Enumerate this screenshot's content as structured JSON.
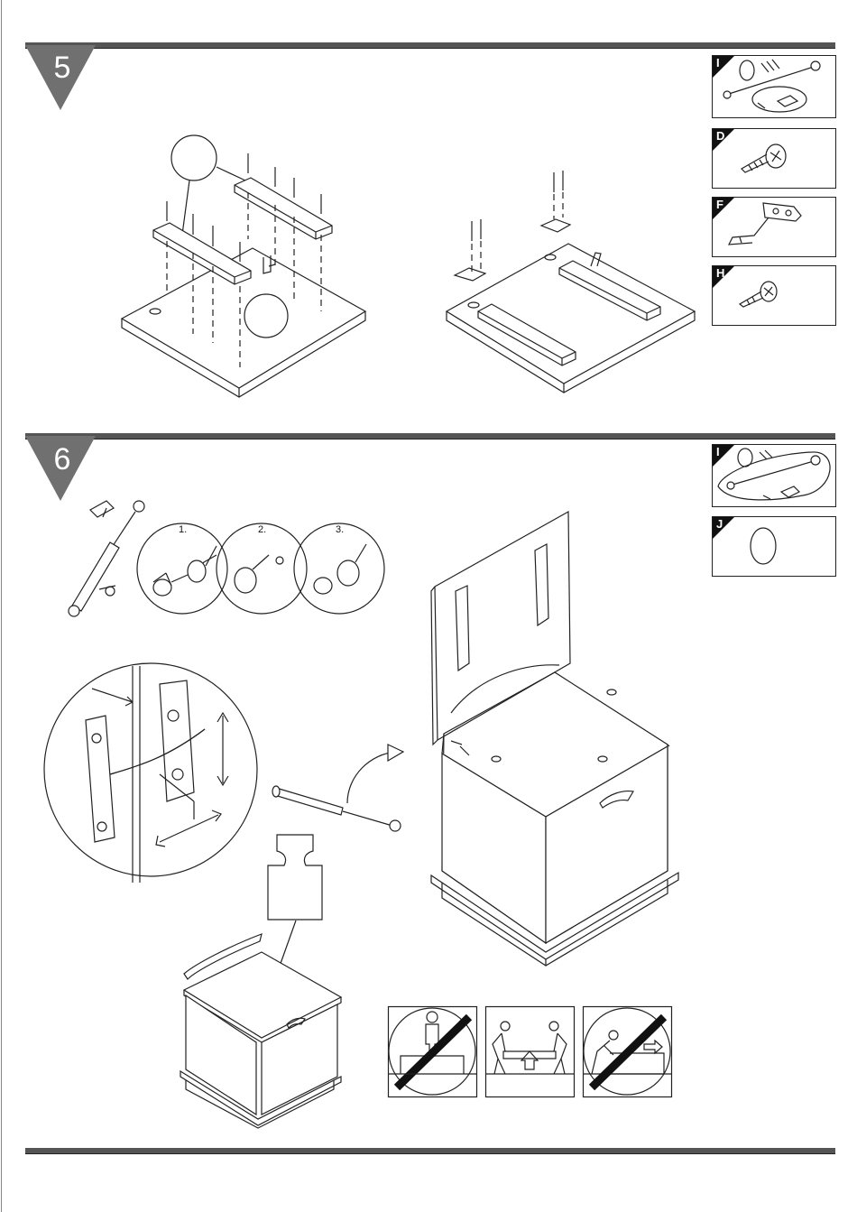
{
  "steps": [
    {
      "number": "5",
      "parts": [
        "I",
        "D",
        "F",
        "H"
      ]
    },
    {
      "number": "6",
      "parts": [
        "I",
        "J"
      ]
    }
  ],
  "sub_steps": [
    "1.",
    "2.",
    "3."
  ],
  "colors": {
    "bar": "#555555",
    "marker": "#707070",
    "ink": "#222222"
  },
  "icons": [
    "gas-strut-icon",
    "screw-icon",
    "hinge-icon",
    "wood-screw-icon",
    "plug-icon",
    "weight-icon",
    "no-standing-icon",
    "two-person-lift-icon",
    "no-dragging-icon"
  ]
}
